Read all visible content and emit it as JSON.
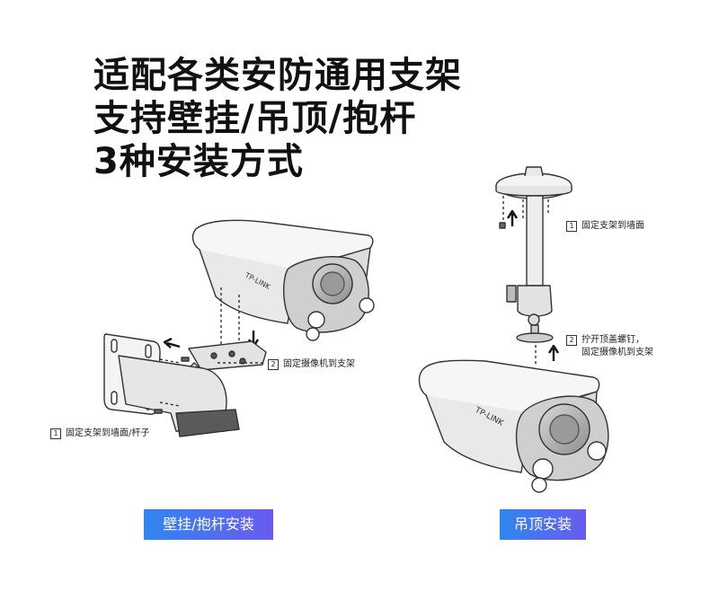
{
  "headline": {
    "line1": "适配各类安防通用支架",
    "line2": "支持壁挂/吊顶/抱杆",
    "line3": "3种安装方式"
  },
  "wall_mount": {
    "step1_num": "1",
    "step1_text": "固定支架到墙面/杆子",
    "step2_num": "2",
    "step2_text": "固定摄像机到支架",
    "button_label": "壁挂/抱杆安装"
  },
  "ceiling_mount": {
    "step1_num": "1",
    "step1_text": "固定支架到墙面",
    "step2_num": "2",
    "step2_text": "拧开顶盖螺钉，\n固定摄像机到支架",
    "button_label": "吊顶安装"
  },
  "camera_brand": "TP-LINK"
}
